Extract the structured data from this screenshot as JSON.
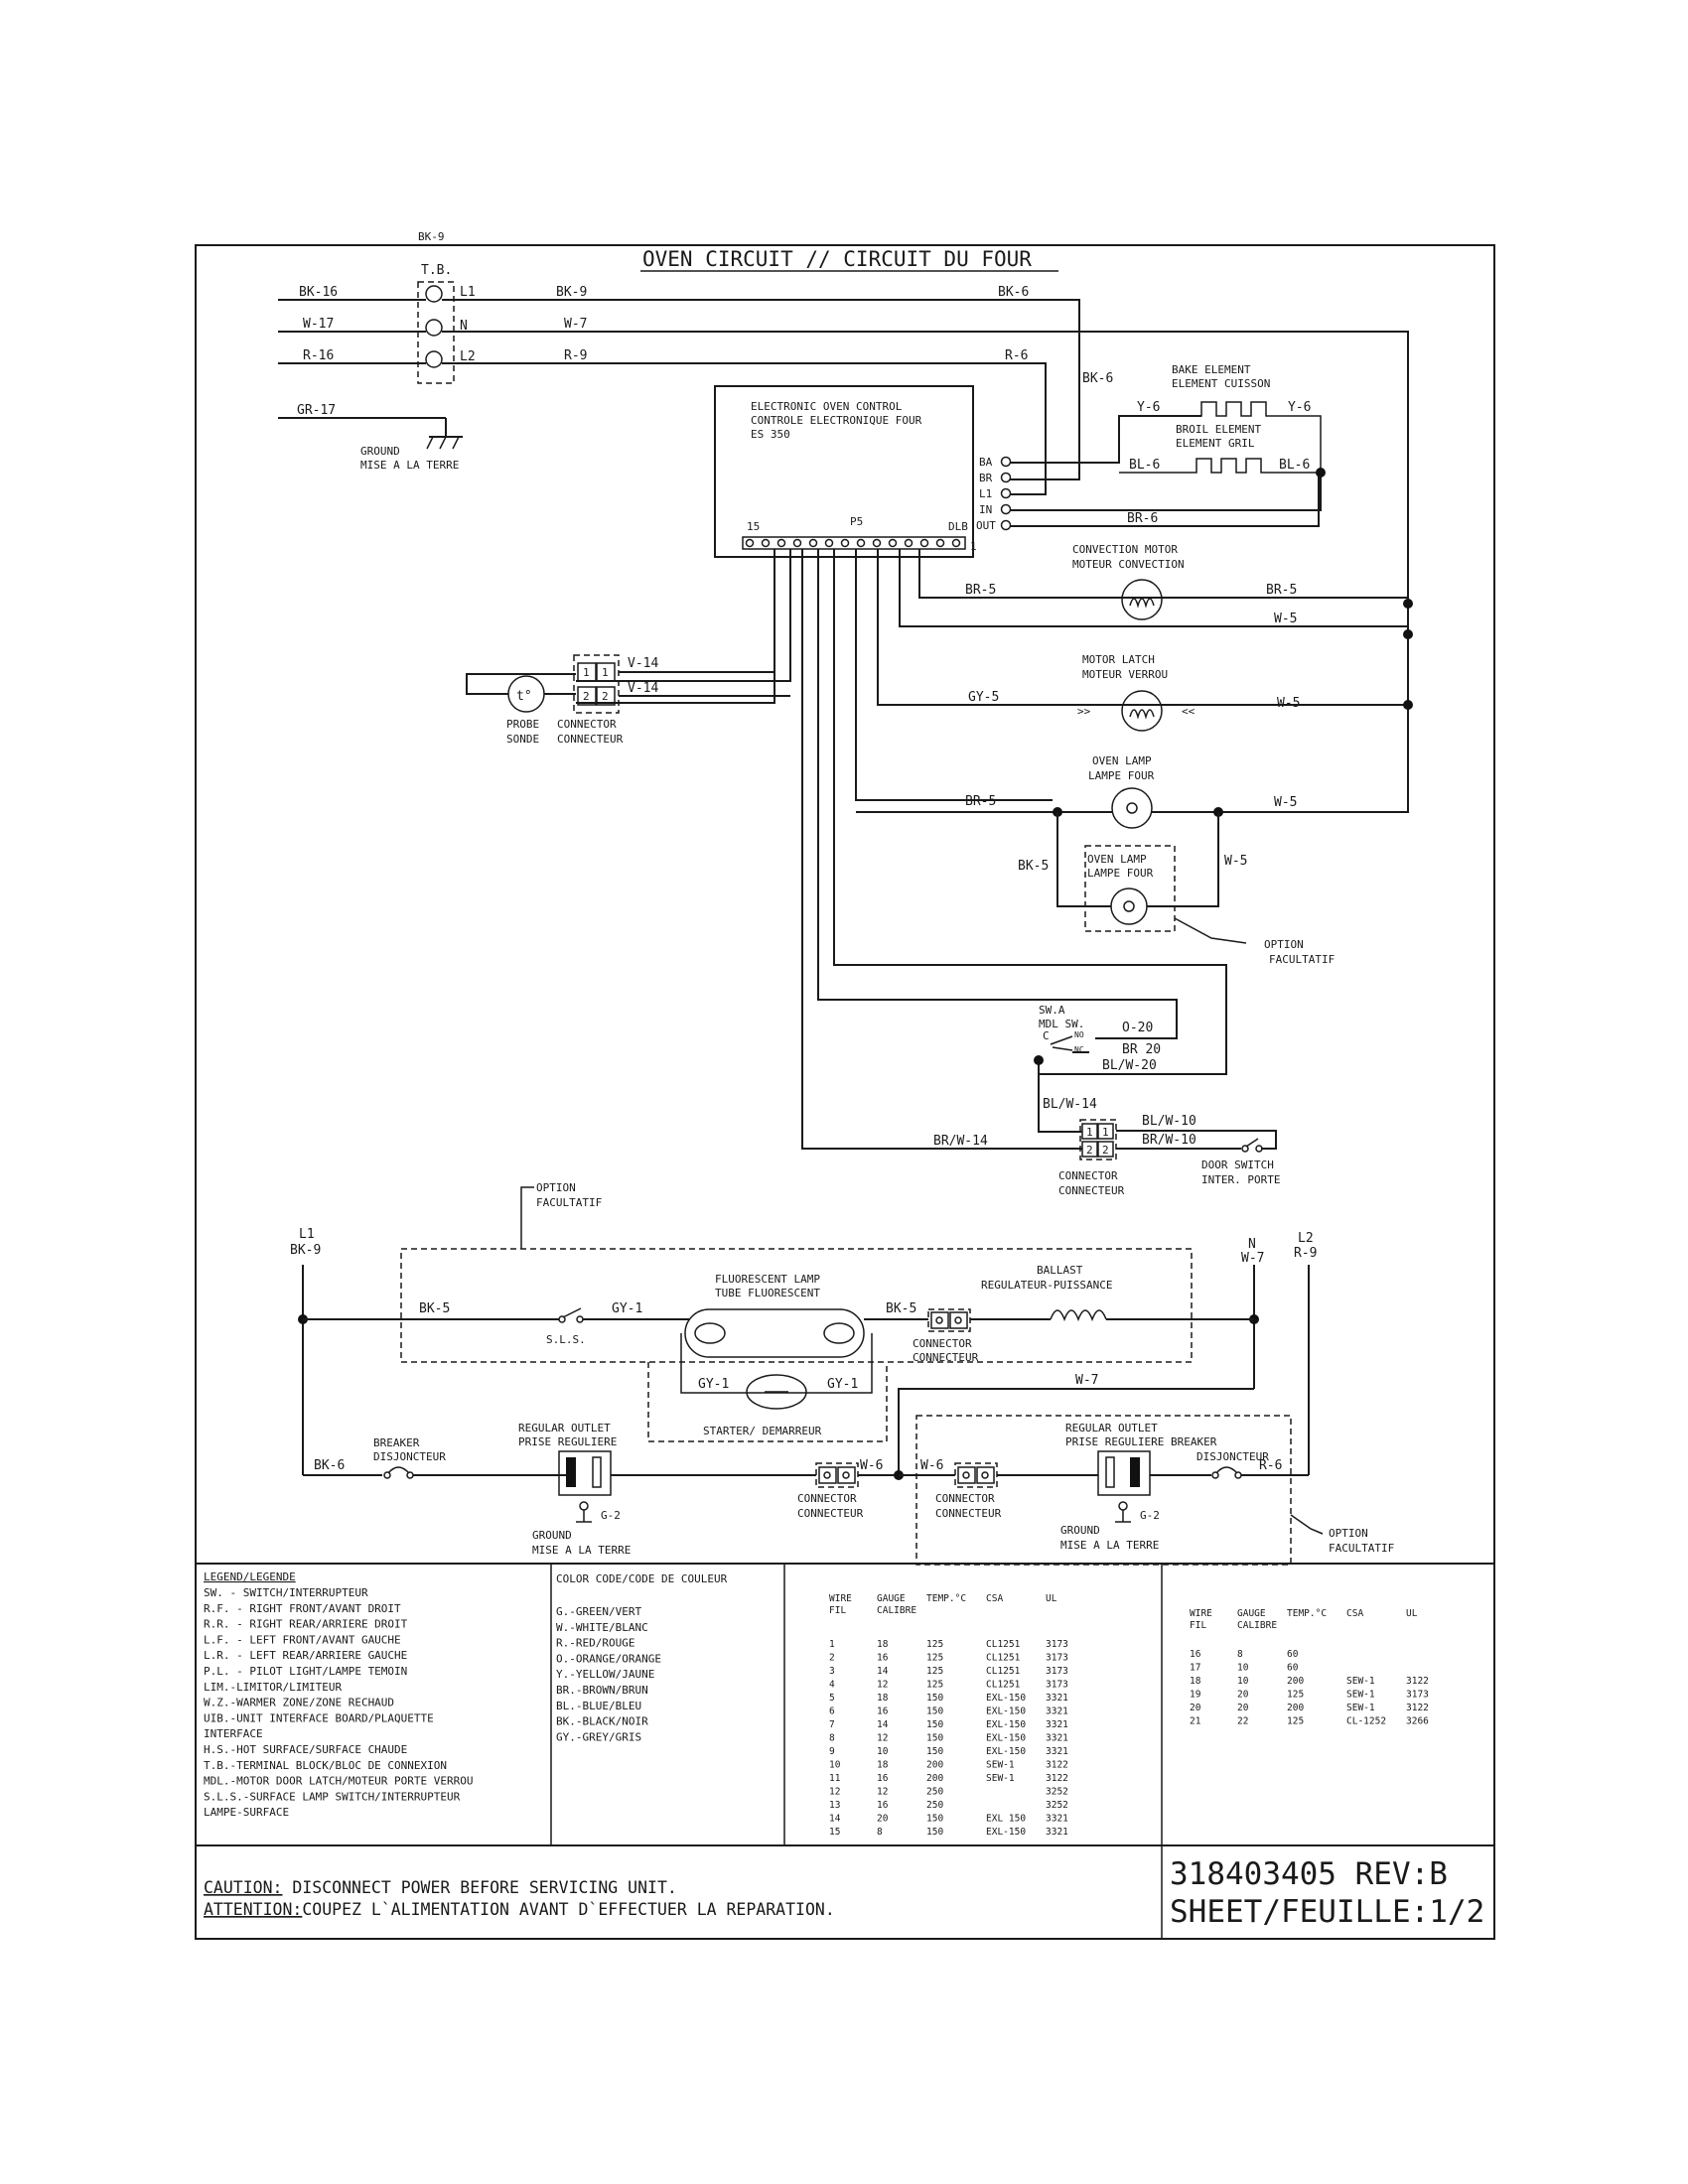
{
  "top_mark": "BK-9",
  "title": "OVEN CIRCUIT // CIRCUIT DU FOUR",
  "terminal_block": {
    "label": "T.B.",
    "terminals": [
      "L1",
      "N",
      "L2"
    ]
  },
  "wire_labels": {
    "bk16": "BK-16",
    "w17": "W-17",
    "r16": "R-16",
    "gr17": "GR-17",
    "bk9": "BK-9",
    "w7": "W-7",
    "r9": "R-9",
    "bk6": "BK-6",
    "r6": "R-6",
    "bk6_side": "BK-6",
    "y6_l": "Y-6",
    "y6_r": "Y-6",
    "bl6_l": "BL-6",
    "bl6_r": "BL-6",
    "br6": "BR-6",
    "br5_a": "BR-5",
    "br5_b": "BR-5",
    "w5_a": "W-5",
    "gy5": "GY-5",
    "w5_b": "W-5",
    "br5_c": "BR-5",
    "w5_c": "W-5",
    "bk5_lamp": "BK-5",
    "w5_d": "W-5",
    "v14_a": "V-14",
    "v14_b": "V-14",
    "o20": "O-20",
    "br20": "BR 20",
    "blw20": "BL/W-20",
    "blw14": "BL/W-14",
    "blw10_a": "BL/W-10",
    "blw10_b": "BR/W-10",
    "brw14": "BR/W-14"
  },
  "ground_top": [
    "GROUND",
    "MISE A LA TERRE"
  ],
  "eoc": {
    "lines": [
      "ELECTRONIC OVEN CONTROL",
      "CONTROLE ELECTRONIQUE FOUR",
      "ES 350"
    ],
    "terminals": [
      "BA",
      "BR",
      "L1",
      "IN",
      "OUT"
    ],
    "p_left": "15",
    "p_mid": "P5",
    "p_right": "DLB",
    "p_one": "1"
  },
  "bake_element": [
    "BAKE ELEMENT",
    "ELEMENT CUISSON"
  ],
  "broil_element": [
    "BROIL ELEMENT",
    "ELEMENT GRIL"
  ],
  "convection_motor": [
    "CONVECTION MOTOR",
    "MOTEUR CONVECTION"
  ],
  "motor_latch": [
    "MOTOR LATCH",
    "MOTEUR VERROU"
  ],
  "oven_lamp": [
    "OVEN LAMP",
    "LAMPE FOUR"
  ],
  "oven_lamp2": [
    "OVEN LAMP",
    "LAMPE FOUR"
  ],
  "option1": [
    "OPTION",
    "FACULTATIF"
  ],
  "probe": {
    "symbol": "t°",
    "label": [
      "PROBE",
      "SONDE"
    ],
    "connector": [
      "CONNECTOR",
      "CONNECTEUR"
    ],
    "pins": [
      "1",
      "1",
      "2",
      "2"
    ]
  },
  "swa": {
    "lines": [
      "SW.A",
      "MDL SW."
    ],
    "c": "C",
    "no": "NO",
    "nc": "NC"
  },
  "door_connector": {
    "pins": [
      "1",
      "1",
      "2",
      "2"
    ],
    "label": [
      "CONNECTOR",
      "CONNECTEUR"
    ]
  },
  "door_switch": [
    "DOOR SWITCH",
    "INTER. PORTE"
  ],
  "option2": [
    "OPTION",
    "FACULTATIF"
  ],
  "lower": {
    "l1": "L1",
    "bk9": "BK-9",
    "n": "N",
    "w7": "W-7",
    "l2": "L2",
    "r9": "R-9",
    "bk5": "BK-5",
    "gy1": "GY-1",
    "sls": "S.L.S.",
    "fluor": [
      "FLUORESCENT LAMP",
      "TUBE FLUORESCENT"
    ],
    "bk5b": "BK-5",
    "ballast": [
      "BALLAST",
      "REGULATEUR-PUISSANCE"
    ],
    "conn1": [
      "CONNECTOR",
      "CONNECTEUR"
    ],
    "gy1a": "GY-1",
    "gy1b": "GY-1",
    "starter": "STARTER/ DEMARREUR",
    "w7b": "W-7",
    "bk6": "BK-6",
    "breaker1": [
      "BREAKER",
      "DISJONCTEUR"
    ],
    "outlet1": [
      "REGULAR OUTLET",
      "PRISE REGULIERE"
    ],
    "g2a": "G-2",
    "ground1": [
      "GROUND",
      "MISE A LA TERRE"
    ],
    "w6a": "W-6",
    "conn2": [
      "CONNECTOR",
      "CONNECTEUR"
    ],
    "w6b": "W-6",
    "conn3": [
      "CONNECTOR",
      "CONNECTEUR"
    ],
    "outlet2": [
      "REGULAR OUTLET",
      "PRISE REGULIERE BREAKER"
    ],
    "disj2": "DISJONCTEUR",
    "r6": "R-6",
    "g2b": "G-2",
    "ground2": [
      "GROUND",
      "MISE A LA TERRE"
    ],
    "option3": [
      "OPTION",
      "FACULTATIF"
    ]
  },
  "legend": {
    "title": "LEGEND/LEGENDE",
    "items": [
      "SW.  - SWITCH/INTERRUPTEUR",
      "R.F. - RIGHT FRONT/AVANT DROIT",
      "R.R. - RIGHT REAR/ARRIERE DROIT",
      "L.F. - LEFT FRONT/AVANT GAUCHE",
      "L.R. - LEFT REAR/ARRIERE GAUCHE",
      "P.L. - PILOT LIGHT/LAMPE TEMOIN",
      "LIM.-LIMITOR/LIMITEUR",
      "W.Z.-WARMER ZONE/ZONE RECHAUD",
      "UIB.-UNIT INTERFACE BOARD/PLAQUETTE",
      "     INTERFACE",
      "H.S.-HOT SURFACE/SURFACE CHAUDE",
      "T.B.-TERMINAL BLOCK/BLOC DE CONNEXION",
      "MDL.-MOTOR DOOR LATCH/MOTEUR PORTE VERROU",
      "S.L.S.-SURFACE LAMP SWITCH/INTERRUPTEUR",
      "       LAMPE-SURFACE"
    ]
  },
  "color_code": {
    "title": "COLOR CODE/CODE DE COULEUR",
    "items": [
      "G.-GREEN/VERT",
      "W.-WHITE/BLANC",
      "R.-RED/ROUGE",
      "O.-ORANGE/ORANGE",
      "Y.-YELLOW/JAUNE",
      "BR.-BROWN/BRUN",
      "BL.-BLUE/BLEU",
      "BK.-BLACK/NOIR",
      "GY.-GREY/GRIS"
    ]
  },
  "wire_table_1": {
    "headers": [
      "WIRE",
      "GAUGE",
      "TEMP.°C",
      "CSA",
      "UL"
    ],
    "subheaders": [
      "FIL",
      "CALIBRE"
    ],
    "rows": [
      [
        "1",
        "18",
        "125",
        "CL1251",
        "3173"
      ],
      [
        "2",
        "16",
        "125",
        "CL1251",
        "3173"
      ],
      [
        "3",
        "14",
        "125",
        "CL1251",
        "3173"
      ],
      [
        "4",
        "12",
        "125",
        "CL1251",
        "3173"
      ],
      [
        "5",
        "18",
        "150",
        "EXL-150",
        "3321"
      ],
      [
        "6",
        "16",
        "150",
        "EXL-150",
        "3321"
      ],
      [
        "7",
        "14",
        "150",
        "EXL-150",
        "3321"
      ],
      [
        "8",
        "12",
        "150",
        "EXL-150",
        "3321"
      ],
      [
        "9",
        "10",
        "150",
        "EXL-150",
        "3321"
      ],
      [
        "10",
        "18",
        "200",
        "SEW-1",
        "3122"
      ],
      [
        "11",
        "16",
        "200",
        "SEW-1",
        "3122"
      ],
      [
        "12",
        "12",
        "250",
        "",
        "3252"
      ],
      [
        "13",
        "16",
        "250",
        "",
        "3252"
      ],
      [
        "14",
        "20",
        "150",
        "EXL 150",
        "3321"
      ],
      [
        "15",
        "8",
        "150",
        "EXL-150",
        "3321"
      ]
    ]
  },
  "wire_table_2": {
    "headers": [
      "WIRE",
      "GAUGE",
      "TEMP.°C",
      "CSA",
      "UL"
    ],
    "subheaders": [
      "FIL",
      "CALIBRE"
    ],
    "rows": [
      [
        "16",
        "8",
        "60",
        "",
        ""
      ],
      [
        "17",
        "10",
        "60",
        "",
        ""
      ],
      [
        "18",
        "10",
        "200",
        "SEW-1",
        "3122"
      ],
      [
        "19",
        "20",
        "125",
        "SEW-1",
        "3173"
      ],
      [
        "20",
        "20",
        "200",
        "SEW-1",
        "3122"
      ],
      [
        "21",
        "22",
        "125",
        "CL-1252",
        "3266"
      ]
    ]
  },
  "caution": {
    "label1": "CAUTION:",
    "text1": " DISCONNECT POWER BEFORE SERVICING UNIT.",
    "label2": "ATTENTION:",
    "text2": "COUPEZ L`ALIMENTATION AVANT D`EFFECTUER LA REPARATION."
  },
  "part_number": "318403405 REV:B",
  "sheet": "SHEET/FEUILLE:1/2"
}
